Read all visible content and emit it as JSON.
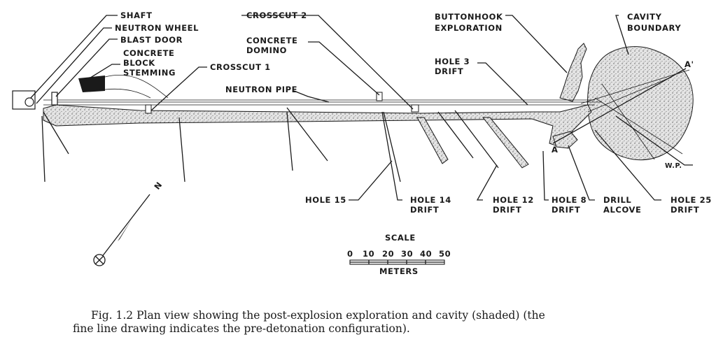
{
  "labels": {
    "shaft": "SHAFT",
    "neutron_wheel": "NEUTRON WHEEL",
    "blast_door": "BLAST DOOR",
    "concrete_block_stemming": [
      "CONCRETE",
      "BLOCK",
      "STEMMING"
    ],
    "crosscut_1": "CROSSCUT 1",
    "crosscut_2": "CROSSCUT 2",
    "concrete_domino": [
      "CONCRETE",
      "DOMINO"
    ],
    "neutron_pipe": "NEUTRON PIPE",
    "buttonhook_exploration": [
      "BUTTONHOOK",
      "EXPLORATION"
    ],
    "cavity_boundary": [
      "CAVITY",
      "BOUNDARY"
    ],
    "hole_3_drift": [
      "HOLE 3",
      "DRIFT"
    ],
    "hole_15": "HOLE 15",
    "hole_14_drift": [
      "HOLE 14",
      "DRIFT"
    ],
    "hole_12_drift": [
      "HOLE 12",
      "DRIFT"
    ],
    "hole_8_drift": [
      "HOLE 8",
      "DRIFT"
    ],
    "drill_alcove": [
      "DRILL",
      "ALCOVE"
    ],
    "hole_25_drift": [
      "HOLE 25",
      "DRIFT"
    ],
    "wp": "W.P.",
    "section_a": "A",
    "section_a_prime": "A'",
    "north": "N"
  },
  "scale": {
    "title": "SCALE",
    "ticks": [
      "0",
      "10",
      "20",
      "30",
      "40",
      "50"
    ],
    "unit": "METERS"
  },
  "caption": {
    "line1": "Fig.  1.2   Plan view showing the post-explosion exploration and cavity (shaded) (the",
    "line2": "fine line drawing indicates the pre-detonation configuration)."
  },
  "colors": {
    "ink": "#1a1a1a",
    "shade": "#cfcfcf"
  }
}
